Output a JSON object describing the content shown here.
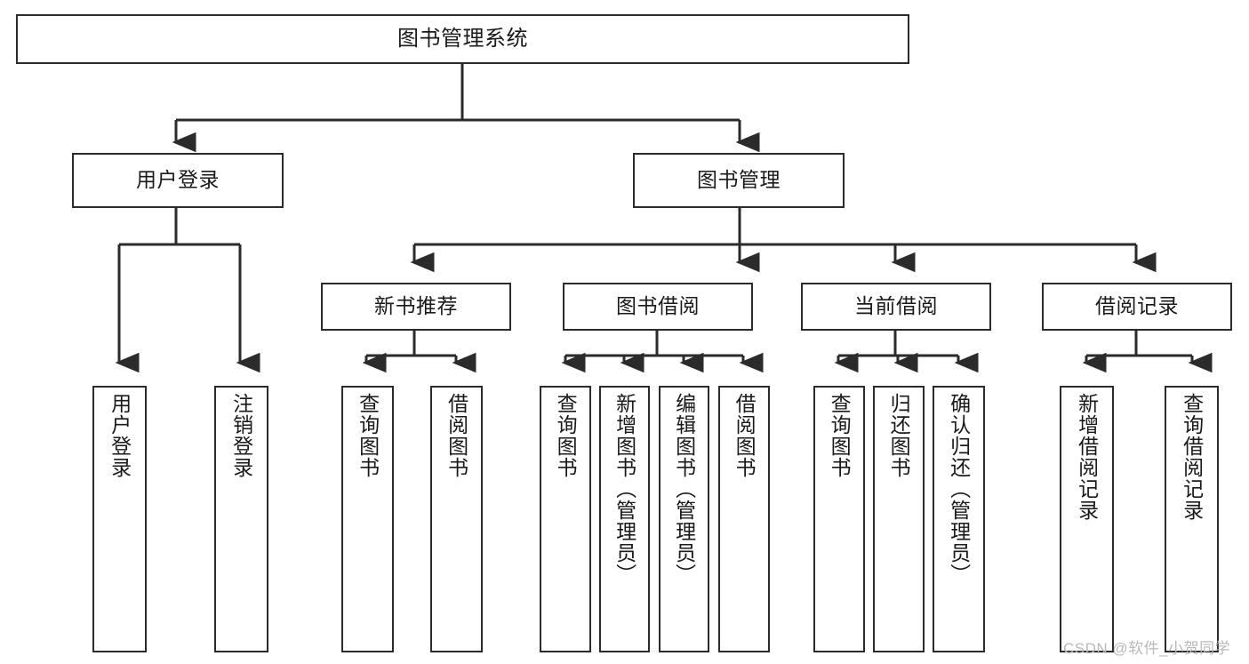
{
  "diagram": {
    "type": "tree-hierarchy",
    "title": "图书管理系统",
    "watermark": "CSDN @软件_小贺同学",
    "colors": {
      "stroke": "#2b2b2b",
      "fill": "#ffffff",
      "text": "#1a1a1a",
      "watermark": "#b9b9b9"
    },
    "levels": {
      "root": {
        "label": "图书管理系统"
      },
      "level1": [
        {
          "label": "用户登录"
        },
        {
          "label": "图书管理"
        }
      ],
      "level2": [
        {
          "label": "新书推荐"
        },
        {
          "label": "图书借阅"
        },
        {
          "label": "当前借阅"
        },
        {
          "label": "借阅记录"
        }
      ],
      "leaves": [
        {
          "label": "用户登录",
          "parent": "用户登录"
        },
        {
          "label": "注销登录",
          "parent": "用户登录"
        },
        {
          "label": "查询图书",
          "parent": "新书推荐"
        },
        {
          "label": "借阅图书",
          "parent": "新书推荐"
        },
        {
          "label": "查询图书",
          "parent": "图书借阅"
        },
        {
          "label": "新增图书（管理员）",
          "parent": "图书借阅"
        },
        {
          "label": "编辑图书（管理员）",
          "parent": "图书借阅"
        },
        {
          "label": "借阅图书",
          "parent": "图书借阅"
        },
        {
          "label": "查询图书",
          "parent": "当前借阅"
        },
        {
          "label": "归还图书",
          "parent": "当前借阅"
        },
        {
          "label": "确认归还（管理员）",
          "parent": "当前借阅"
        },
        {
          "label": "新增借阅记录",
          "parent": "借阅记录"
        },
        {
          "label": "查询借阅记录",
          "parent": "借阅记录"
        }
      ]
    }
  }
}
